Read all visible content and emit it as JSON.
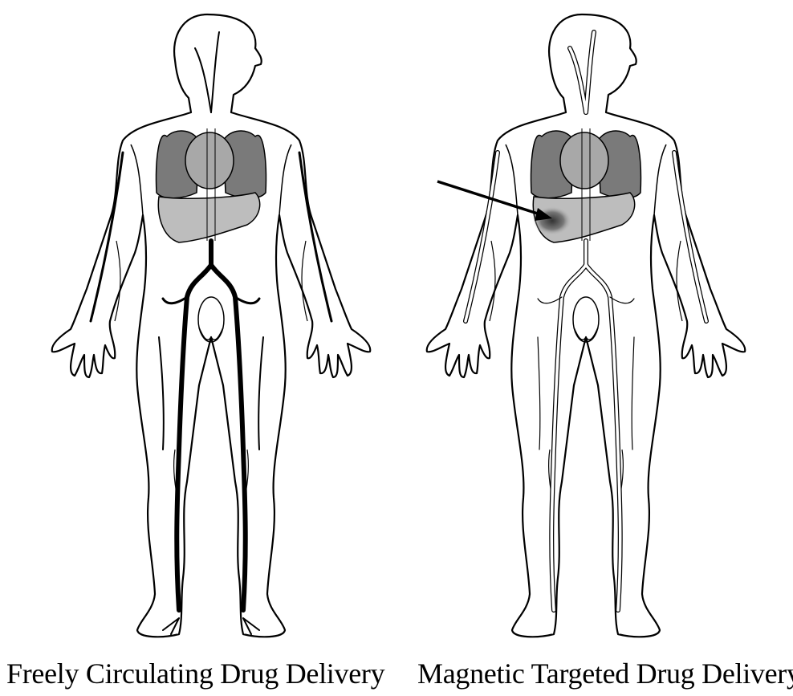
{
  "captions": {
    "freely_circulating": "Freely Circulating Drug Delivery",
    "magnetic_targeted": "Magnetic Targeted Drug Delivery"
  },
  "colors": {
    "outline": "#000000",
    "lungs": "#7a7a7a",
    "liver": "#bdbdbd",
    "heart": "#a8a8a8",
    "vessels_left": "#000000",
    "vessels_right": "#ffffff",
    "target_spot": "#444444",
    "background": "#ffffff"
  },
  "figures": [
    {
      "panel": "freely-circulating",
      "vessel_style": "dark-filled"
    },
    {
      "panel": "magnetic-targeted",
      "vessel_style": "hollow",
      "target_marker": "arrow-to-liver"
    }
  ]
}
